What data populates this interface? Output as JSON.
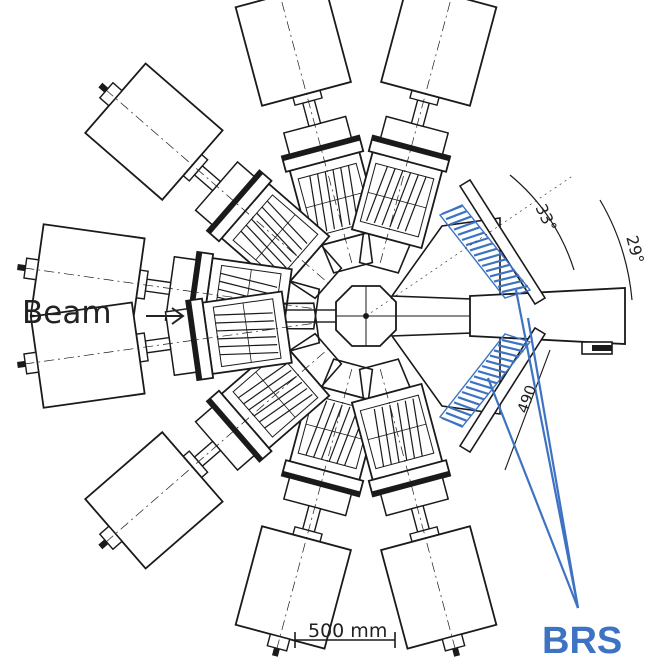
{
  "labels": {
    "beam": "Beam",
    "brs": "BRS",
    "scale_bar": "500 mm",
    "angle_outer": "33°",
    "angle_inner": "29°",
    "length": "490"
  },
  "colors": {
    "drawing": "#1a1a1a",
    "brs_accent": "#3d73c2",
    "background": "#ffffff"
  },
  "icons": {
    "beam_arrow": "right-arrow-icon"
  }
}
